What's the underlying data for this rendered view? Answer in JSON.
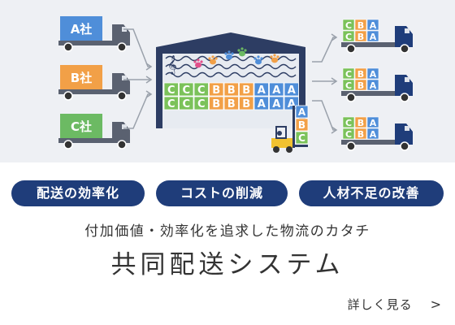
{
  "colors": {
    "hero_bg": "#eef0f4",
    "navy": "#1f3d7a",
    "company_a": "#4f8ed9",
    "company_b": "#f2a047",
    "company_c": "#6cba63",
    "green_box": "#7bc25a",
    "orange_box": "#f2a047",
    "blue_box": "#4f8ed9"
  },
  "diagram": {
    "companies": [
      "A社",
      "B社",
      "C社"
    ],
    "warehouse_rows": [
      [
        "C",
        "C",
        "C",
        "B",
        "B",
        "B",
        "A",
        "A",
        "A"
      ],
      [
        "C",
        "C",
        "C",
        "B",
        "B",
        "B",
        "A",
        "A",
        "A"
      ]
    ],
    "forklift_stack": [
      "A",
      "B",
      "C"
    ],
    "outbound_rows": [
      [
        "C",
        "B",
        "A"
      ],
      [
        "C",
        "B",
        "A"
      ]
    ],
    "icons": [
      "truck-icon",
      "warehouse-icon",
      "forklift-icon",
      "music-clef-icon",
      "paw-print-icon",
      "arrow-icon"
    ]
  },
  "tags": [
    "配送の効率化",
    "コストの削減",
    "人材不足の改善"
  ],
  "subtitle": "付加価値・効率化を追求した物流のカタチ",
  "title": "共同配送システム",
  "more_link": {
    "label": "詳しく見る",
    "chevron": ">"
  }
}
